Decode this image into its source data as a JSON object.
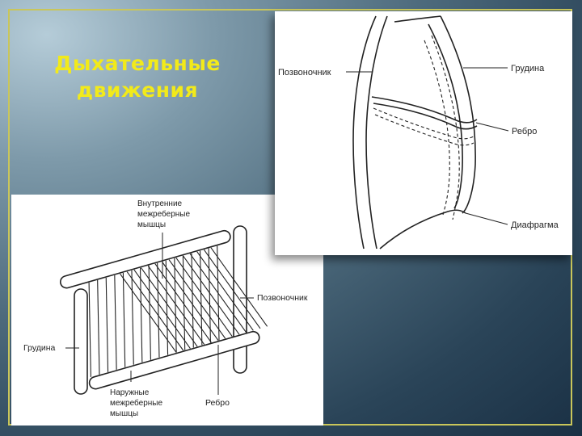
{
  "title": {
    "line1": "Дыхательные",
    "line2": "движения"
  },
  "left_diagram": {
    "label_inner_muscles": [
      "Внутренние",
      "межреберные",
      "мышцы"
    ],
    "label_spine": "Позвоночник",
    "label_sternum": "Грудина",
    "label_outer_muscles": [
      "Наружные",
      "межреберные",
      "мышцы"
    ],
    "label_rib": "Ребро"
  },
  "right_diagram": {
    "label_spine": "Позвоночник",
    "label_sternum": "Грудина",
    "label_rib": "Ребро",
    "label_diaphragm": "Диафрагма"
  },
  "colors": {
    "title": "#f2ea1a",
    "frame": "#c9c65a",
    "panel": "#ffffff",
    "ink": "#222222"
  }
}
